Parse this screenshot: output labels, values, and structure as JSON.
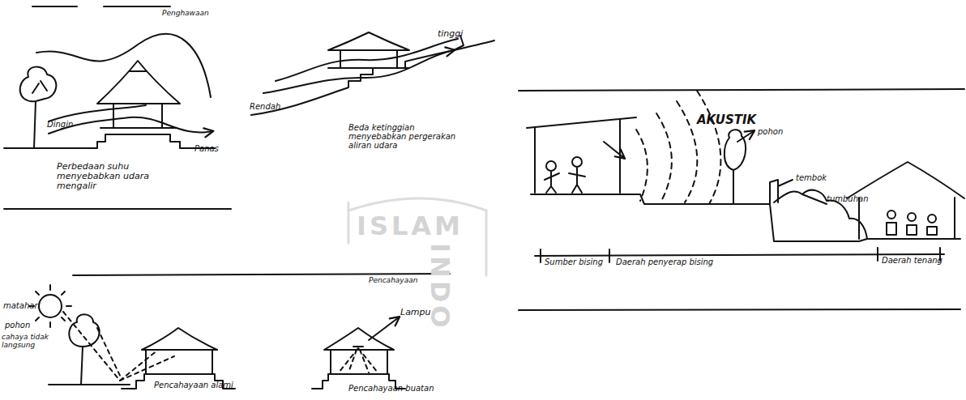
{
  "diagram": {
    "labels": [
      "Penghawaan",
      "Dingin",
      "Panas",
      "Perbedaan suhu menyebabkan udara mengalir",
      "tinggi",
      "Rendah",
      "Beda ketinggian menyebabkan pergerakan aliran udara",
      "AKUSTIK",
      "pohon",
      "tembok",
      "tumbuhan",
      "Sumber bising",
      "Daerah penyerap bising",
      "Daerah tenang",
      "Pencahayaan",
      "matahari",
      "pohon",
      "cahaya tidak langsung",
      "Lampu",
      "Pencahayaan alami",
      "Pencahayaan buatan",
      "ISLAM",
      "INDO"
    ]
  }
}
